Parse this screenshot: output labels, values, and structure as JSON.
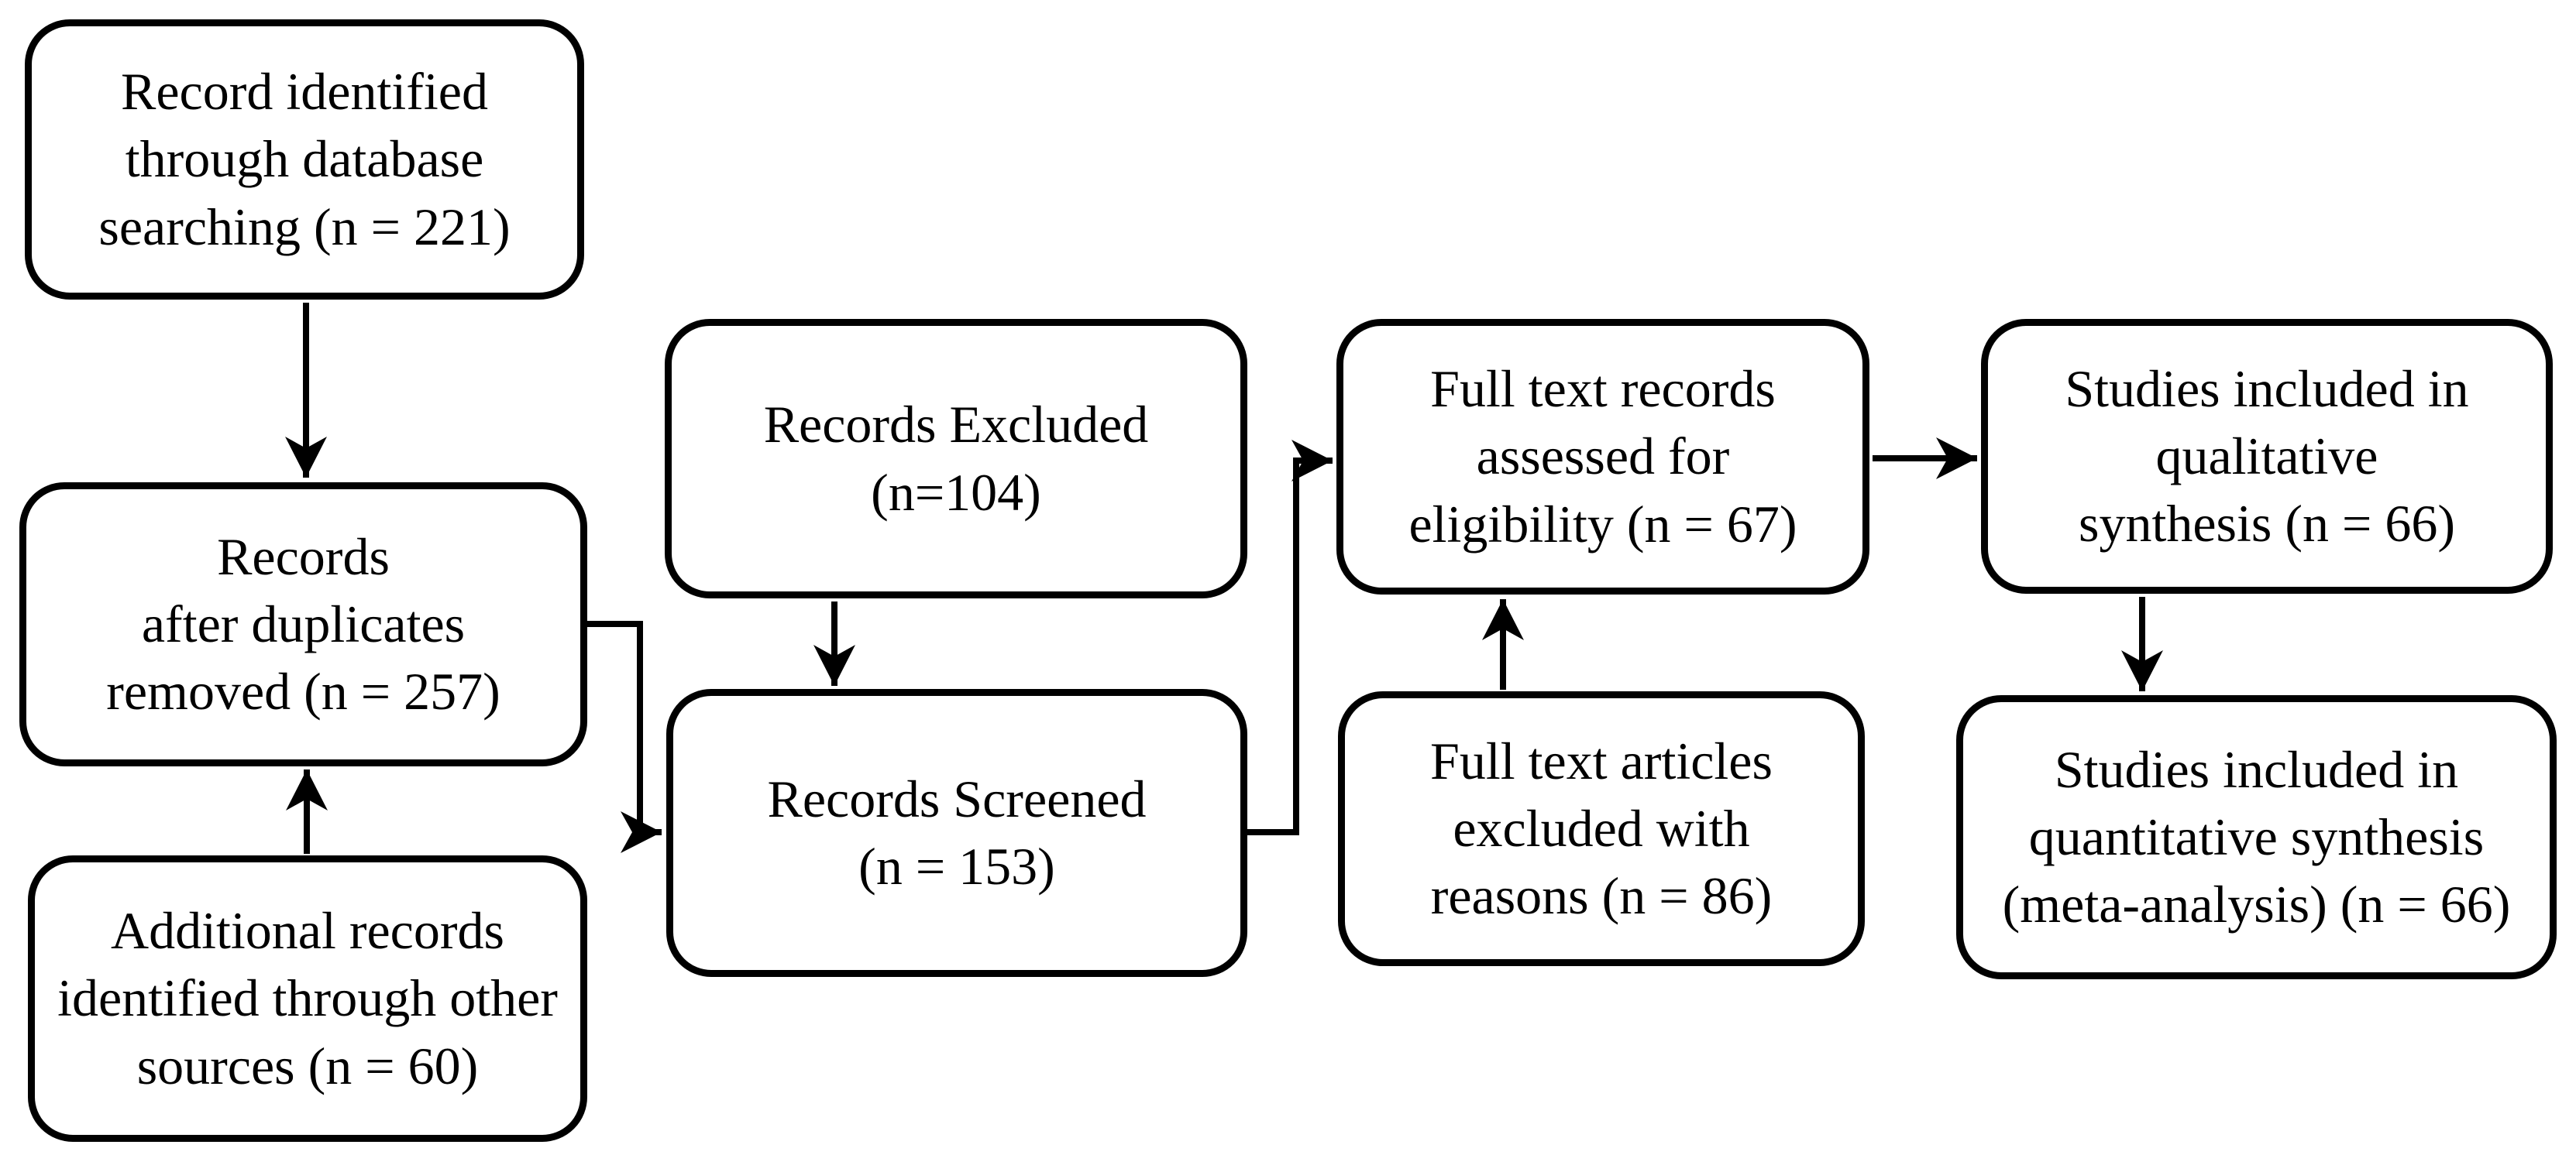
{
  "diagram": {
    "type": "prisma-flow-diagram",
    "colors": {
      "stroke": "#000000",
      "box_fill": "#ffffff",
      "text": "#000000",
      "background": "#ffffff"
    },
    "boxes": [
      {
        "id": "records-identified-database",
        "label": "Record identified\nthrough database\nsearching (n = 221)",
        "n": 221
      },
      {
        "id": "records-after-duplicates",
        "label": "Records\nafter duplicates\nremoved (n = 257)",
        "n": 257
      },
      {
        "id": "additional-records-other-sources",
        "label": "Additional records\nidentified through other\nsources (n = 60)",
        "n": 60
      },
      {
        "id": "records-excluded",
        "label": "Records Excluded\n(n=104)",
        "n": 104
      },
      {
        "id": "records-screened",
        "label": "Records Screened\n(n = 153)",
        "n": 153
      },
      {
        "id": "fulltext-assessed-eligibility",
        "label": "Full text records\nassessed for\neligibility (n = 67)",
        "n": 67
      },
      {
        "id": "fulltext-excluded-reasons",
        "label": "Full text articles\nexcluded with\nreasons (n = 86)",
        "n": 86
      },
      {
        "id": "qualitative-synthesis",
        "label": "Studies included in\nqualitative\nsynthesis (n = 66)",
        "n": 66
      },
      {
        "id": "quantitative-synthesis",
        "label": "Studies included in\nquantitative synthesis\n(meta-analysis) (n = 66)",
        "n": 66
      }
    ]
  }
}
